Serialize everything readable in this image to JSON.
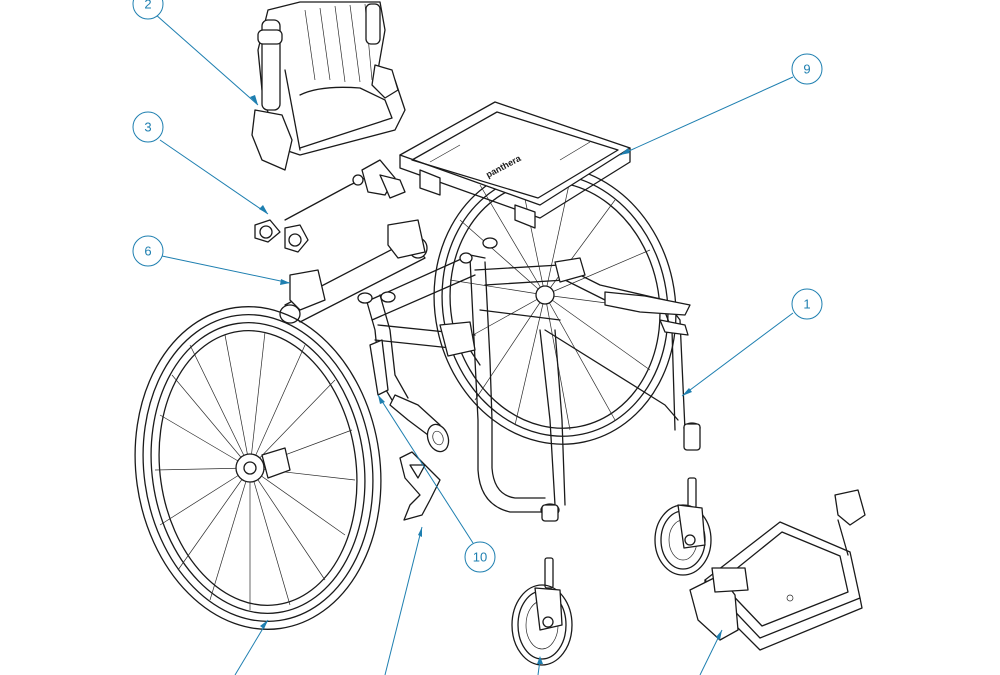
{
  "diagram": {
    "brand_label": "panthera",
    "callouts": [
      {
        "id": "1",
        "label": "1"
      },
      {
        "id": "2",
        "label": "2"
      },
      {
        "id": "3",
        "label": "3"
      },
      {
        "id": "6",
        "label": "6"
      },
      {
        "id": "9",
        "label": "9"
      },
      {
        "id": "10",
        "label": "10"
      }
    ],
    "colors": {
      "leader": "#1e7fb0",
      "line_art": "#1a1a1a",
      "background": "#ffffff"
    }
  }
}
